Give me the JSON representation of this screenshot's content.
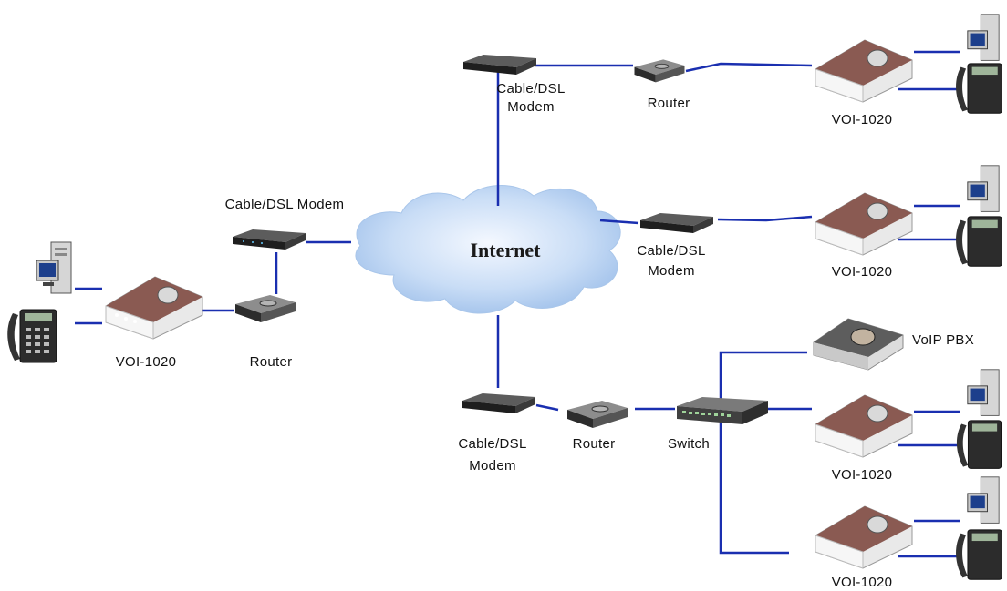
{
  "colors": {
    "wire": "#1a2fb0",
    "cloud": "#bcd6f3",
    "gateway_body": "#8a5a52"
  },
  "cloud": {
    "label": "Internet"
  },
  "labels": {
    "left_modem": "Cable/DSL  Modem",
    "left_router": "Router",
    "left_voip": "VOI-1020",
    "top_modem_line1": "Cable/DSL",
    "top_modem_line2": "Modem",
    "top_router": "Router",
    "top_voip": "VOI-1020",
    "mid_modem_line1": "Cable/DSL",
    "mid_modem_line2": "Modem",
    "mid_voip": "VOI-1020",
    "pbx": "VoIP PBX",
    "bot_modem_line1": "Cable/DSL",
    "bot_modem_line2": "Modem",
    "bot_router": "Router",
    "switch": "Switch",
    "bot_voip1": "VOI-1020",
    "bot_voip2": "VOI-1020"
  },
  "icons": [
    "modem-icon",
    "router-icon",
    "voip-gateway-icon",
    "pc-icon",
    "phone-icon",
    "switch-icon",
    "pbx-icon",
    "cloud-icon"
  ]
}
